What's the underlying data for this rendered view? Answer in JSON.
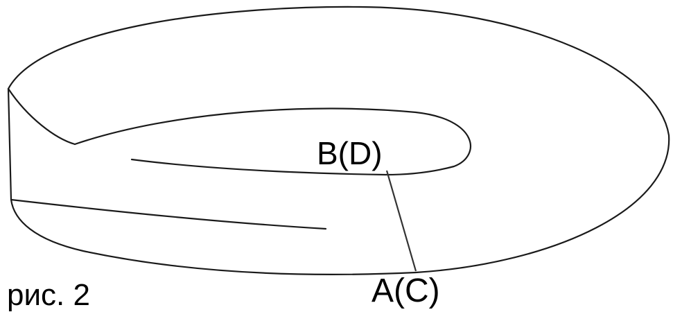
{
  "labels": {
    "top_point": "B(D)",
    "bottom_point": "A(C)"
  },
  "caption": "рис. 2"
}
